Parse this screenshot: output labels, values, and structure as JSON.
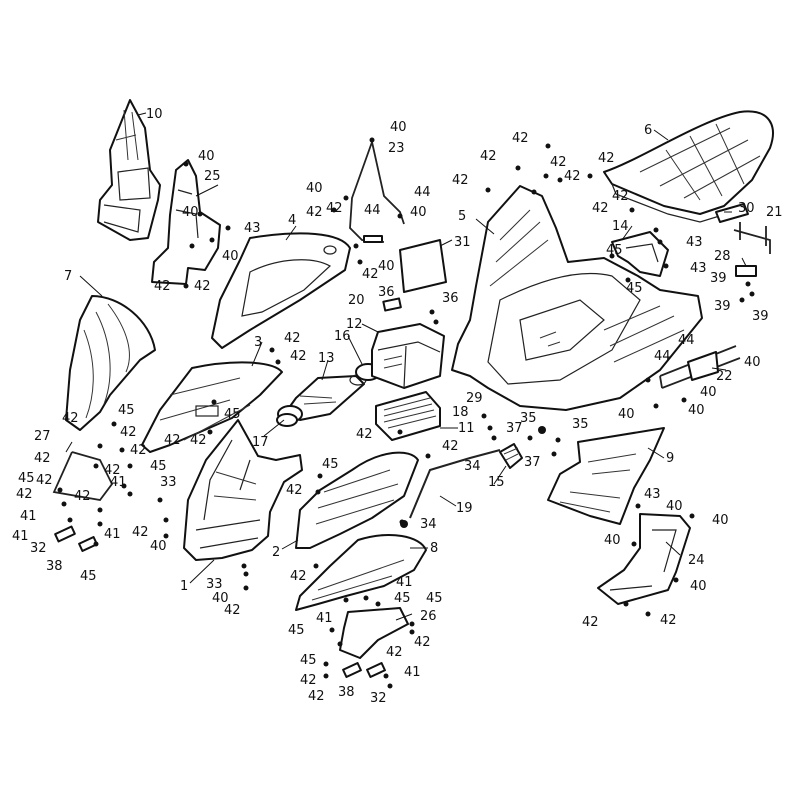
{
  "callouts": [
    {
      "id": "c1",
      "text": "1"
    },
    {
      "id": "c2",
      "text": "2"
    },
    {
      "id": "c3",
      "text": "3"
    },
    {
      "id": "c4",
      "text": "4"
    },
    {
      "id": "c5",
      "text": "5"
    },
    {
      "id": "c6",
      "text": "6"
    },
    {
      "id": "c7",
      "text": "7"
    },
    {
      "id": "c8",
      "text": "8"
    },
    {
      "id": "c9",
      "text": "9"
    },
    {
      "id": "c10",
      "text": "10"
    },
    {
      "id": "c11",
      "text": "11"
    },
    {
      "id": "c12",
      "text": "12"
    },
    {
      "id": "c13",
      "text": "13"
    },
    {
      "id": "c14",
      "text": "14"
    },
    {
      "id": "c15",
      "text": "15"
    },
    {
      "id": "c16",
      "text": "16"
    },
    {
      "id": "c17",
      "text": "17"
    },
    {
      "id": "c18",
      "text": "18"
    },
    {
      "id": "c19",
      "text": "19"
    },
    {
      "id": "c20",
      "text": "20"
    },
    {
      "id": "c21",
      "text": "21"
    },
    {
      "id": "c22",
      "text": "22"
    },
    {
      "id": "c23",
      "text": "23"
    },
    {
      "id": "c24",
      "text": "24"
    },
    {
      "id": "c25",
      "text": "25"
    },
    {
      "id": "c26",
      "text": "26"
    },
    {
      "id": "c27",
      "text": "27"
    },
    {
      "id": "c28",
      "text": "28"
    },
    {
      "id": "c29",
      "text": "29"
    },
    {
      "id": "c30",
      "text": "30"
    },
    {
      "id": "c31",
      "text": "31"
    },
    {
      "id": "c32a",
      "text": "32"
    },
    {
      "id": "c32b",
      "text": "32"
    },
    {
      "id": "c33a",
      "text": "33"
    },
    {
      "id": "c33b",
      "text": "33"
    },
    {
      "id": "c34a",
      "text": "34"
    },
    {
      "id": "c34b",
      "text": "34"
    },
    {
      "id": "c35a",
      "text": "35"
    },
    {
      "id": "c35b",
      "text": "35"
    },
    {
      "id": "c36a",
      "text": "36"
    },
    {
      "id": "c36b",
      "text": "36"
    },
    {
      "id": "c37a",
      "text": "37"
    },
    {
      "id": "c37b",
      "text": "37"
    },
    {
      "id": "c38a",
      "text": "38"
    },
    {
      "id": "c38b",
      "text": "38"
    },
    {
      "id": "c39a",
      "text": "39"
    },
    {
      "id": "c39b",
      "text": "39"
    },
    {
      "id": "c39c",
      "text": "39"
    },
    {
      "id": "c40a",
      "text": "40"
    },
    {
      "id": "c40b",
      "text": "40"
    },
    {
      "id": "c40c",
      "text": "40"
    },
    {
      "id": "c40d",
      "text": "40"
    },
    {
      "id": "c40e",
      "text": "40"
    },
    {
      "id": "c40f",
      "text": "40"
    },
    {
      "id": "c40g",
      "text": "40"
    },
    {
      "id": "c40h",
      "text": "40"
    },
    {
      "id": "c40i",
      "text": "40"
    },
    {
      "id": "c40j",
      "text": "40"
    },
    {
      "id": "c40k",
      "text": "40"
    },
    {
      "id": "c40l",
      "text": "40"
    },
    {
      "id": "c40m",
      "text": "40"
    },
    {
      "id": "c40n",
      "text": "40"
    },
    {
      "id": "c40o",
      "text": "40"
    },
    {
      "id": "c40p",
      "text": "40"
    },
    {
      "id": "c40q",
      "text": "40"
    },
    {
      "id": "c41a",
      "text": "41"
    },
    {
      "id": "c41b",
      "text": "41"
    },
    {
      "id": "c41c",
      "text": "41"
    },
    {
      "id": "c41d",
      "text": "41"
    },
    {
      "id": "c41e",
      "text": "41"
    },
    {
      "id": "c41f",
      "text": "41"
    },
    {
      "id": "c41g",
      "text": "41"
    },
    {
      "id": "c42a",
      "text": "42"
    },
    {
      "id": "c42b",
      "text": "42"
    },
    {
      "id": "c42c",
      "text": "42"
    },
    {
      "id": "c42d",
      "text": "42"
    },
    {
      "id": "c42e",
      "text": "42"
    },
    {
      "id": "c42f",
      "text": "42"
    },
    {
      "id": "c42g",
      "text": "42"
    },
    {
      "id": "c42h",
      "text": "42"
    },
    {
      "id": "c42i",
      "text": "42"
    },
    {
      "id": "c42j",
      "text": "42"
    },
    {
      "id": "c42k",
      "text": "42"
    },
    {
      "id": "c42l",
      "text": "42"
    },
    {
      "id": "c42m",
      "text": "42"
    },
    {
      "id": "c42n",
      "text": "42"
    },
    {
      "id": "c42o",
      "text": "42"
    },
    {
      "id": "c42p",
      "text": "42"
    },
    {
      "id": "c42q",
      "text": "42"
    },
    {
      "id": "c42r",
      "text": "42"
    },
    {
      "id": "c42s",
      "text": "42"
    },
    {
      "id": "c42t",
      "text": "42"
    },
    {
      "id": "c42u",
      "text": "42"
    },
    {
      "id": "c42v",
      "text": "42"
    },
    {
      "id": "c42w",
      "text": "42"
    },
    {
      "id": "c42x",
      "text": "42"
    },
    {
      "id": "c42y",
      "text": "42"
    },
    {
      "id": "c42z",
      "text": "42"
    },
    {
      "id": "c42aa",
      "text": "42"
    },
    {
      "id": "c42ab",
      "text": "42"
    },
    {
      "id": "c42ac",
      "text": "42"
    },
    {
      "id": "c42ad",
      "text": "42"
    },
    {
      "id": "c42ae",
      "text": "42"
    },
    {
      "id": "c42af",
      "text": "42"
    },
    {
      "id": "c42ag",
      "text": "42"
    },
    {
      "id": "c42ah",
      "text": "42"
    },
    {
      "id": "c42ai",
      "text": "42"
    },
    {
      "id": "c42aj",
      "text": "42"
    },
    {
      "id": "c42ak",
      "text": "42"
    },
    {
      "id": "c43a",
      "text": "43"
    },
    {
      "id": "c43b",
      "text": "43"
    },
    {
      "id": "c43c",
      "text": "43"
    },
    {
      "id": "c43d",
      "text": "43"
    },
    {
      "id": "c44a",
      "text": "44"
    },
    {
      "id": "c44b",
      "text": "44"
    },
    {
      "id": "c44c",
      "text": "44"
    },
    {
      "id": "c44d",
      "text": "44"
    },
    {
      "id": "c45a",
      "text": "45"
    },
    {
      "id": "c45b",
      "text": "45"
    },
    {
      "id": "c45c",
      "text": "45"
    },
    {
      "id": "c45d",
      "text": "45"
    },
    {
      "id": "c45e",
      "text": "45"
    },
    {
      "id": "c45f",
      "text": "45"
    },
    {
      "id": "c45g",
      "text": "45"
    },
    {
      "id": "c45h",
      "text": "45"
    },
    {
      "id": "c45i",
      "text": "45"
    },
    {
      "id": "c45j",
      "text": "45"
    },
    {
      "id": "c45k",
      "text": "45"
    },
    {
      "id": "c45l",
      "text": "45"
    }
  ]
}
